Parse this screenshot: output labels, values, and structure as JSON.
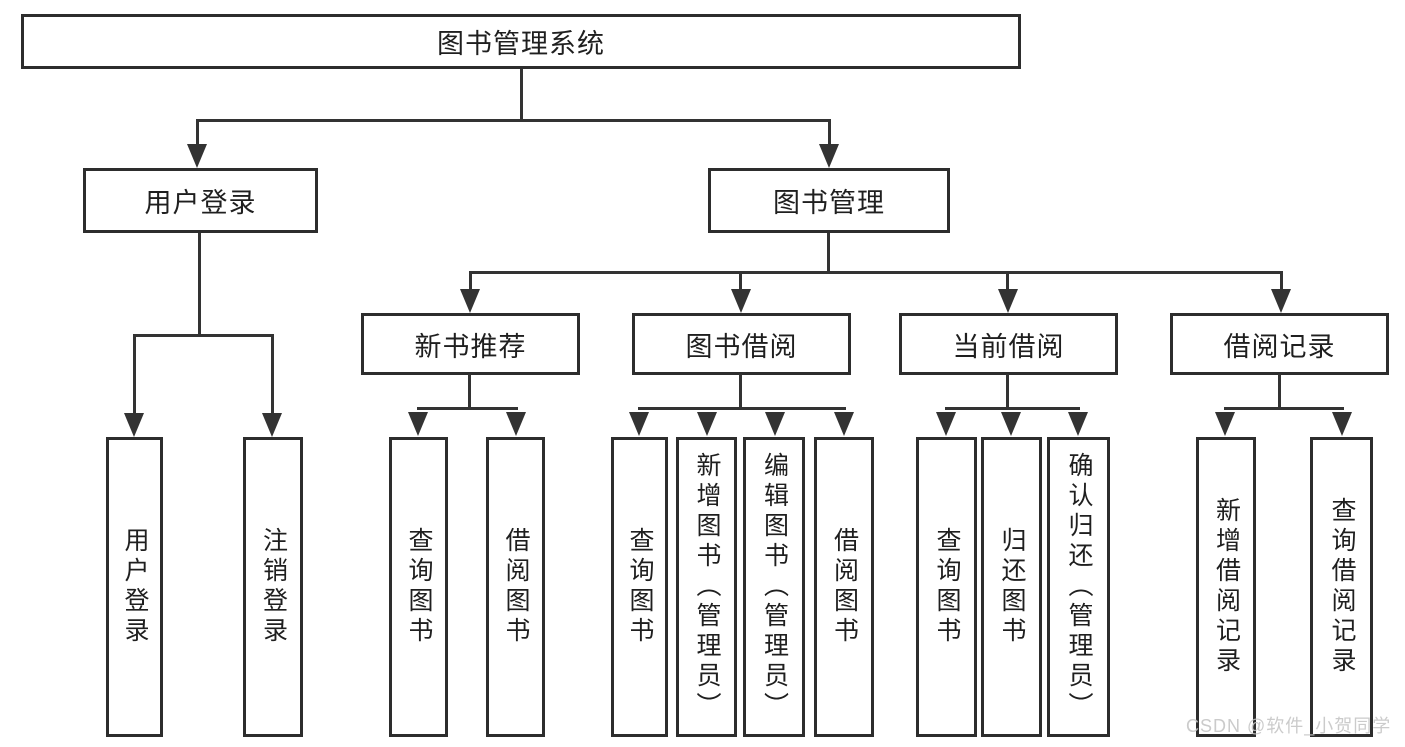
{
  "diagram": {
    "title": "图书管理系统",
    "root": {
      "label": "图书管理系统"
    },
    "level2": [
      {
        "label": "用户登录"
      },
      {
        "label": "图书管理"
      }
    ],
    "level3": [
      {
        "label": "新书推荐",
        "parent": "图书管理"
      },
      {
        "label": "图书借阅",
        "parent": "图书管理"
      },
      {
        "label": "当前借阅",
        "parent": "图书管理"
      },
      {
        "label": "借阅记录",
        "parent": "图书管理"
      }
    ],
    "leaves": [
      {
        "label": "用户登录",
        "parent": "用户登录"
      },
      {
        "label": "注销登录",
        "parent": "用户登录"
      },
      {
        "label": "查询图书",
        "parent": "新书推荐"
      },
      {
        "label": "借阅图书",
        "parent": "新书推荐"
      },
      {
        "label": "查询图书",
        "parent": "图书借阅"
      },
      {
        "label": "新增图书（管理员）",
        "parent": "图书借阅"
      },
      {
        "label": "编辑图书（管理员）",
        "parent": "图书借阅"
      },
      {
        "label": "借阅图书",
        "parent": "图书借阅"
      },
      {
        "label": "查询图书",
        "parent": "当前借阅"
      },
      {
        "label": "归还图书",
        "parent": "当前借阅"
      },
      {
        "label": "确认归还（管理员）",
        "parent": "当前借阅"
      },
      {
        "label": "新增借阅记录",
        "parent": "借阅记录"
      },
      {
        "label": "查询借阅记录",
        "parent": "借阅记录"
      }
    ],
    "colors": {
      "line": "#333333",
      "box_border": "#2d2d2d",
      "text": "#1f1f1f",
      "background": "#ffffff",
      "watermark": "#c5c5c5"
    }
  },
  "watermark": {
    "text": "CSDN @软件_小贺同学"
  }
}
